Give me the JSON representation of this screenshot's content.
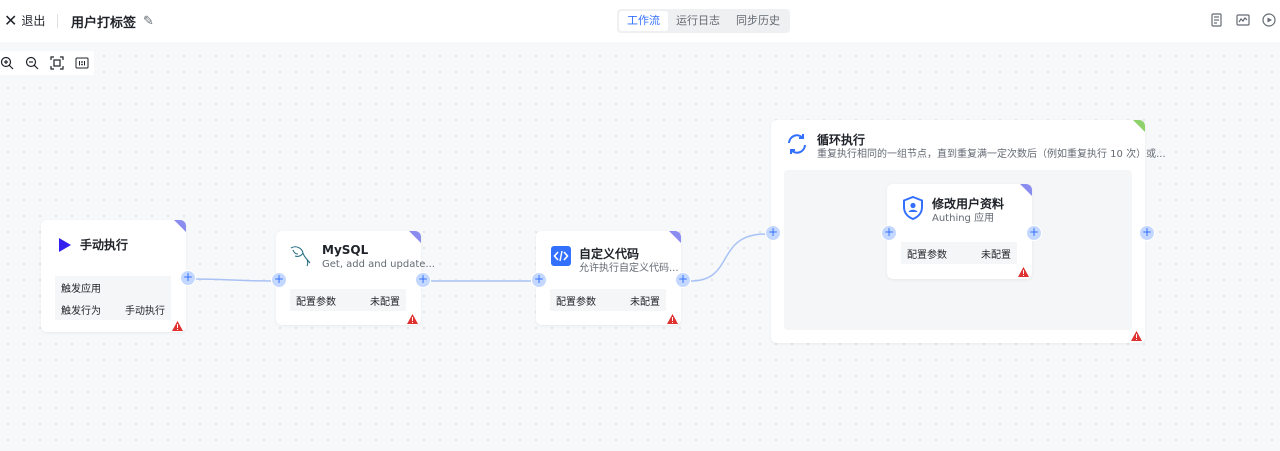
{
  "header": {
    "exit_label": "退出",
    "title": "用户打标签",
    "tabs": [
      "工作流",
      "运行日志",
      "同步历史"
    ]
  },
  "nodes": {
    "trigger": {
      "title": "手动执行",
      "rows": [
        {
          "label": "触发应用",
          "value": ""
        },
        {
          "label": "触发行为",
          "value": "手动执行"
        }
      ]
    },
    "mysql": {
      "title": "MySQL",
      "subtitle": "Get, add and update...",
      "param_label": "配置参数",
      "param_value": "未配置"
    },
    "code": {
      "title": "自定义代码",
      "subtitle": "允许执行自定义代码...",
      "param_label": "配置参数",
      "param_value": "未配置"
    },
    "loop": {
      "title": "循环执行",
      "subtitle": "重复执行相同的一组节点，直到重复满一定次数后（例如重复执行 10 次）或..."
    },
    "profile": {
      "title": "修改用户资料",
      "subtitle": "Authing 应用",
      "param_label": "配置参数",
      "param_value": "未配置"
    }
  },
  "colors": {
    "accent": "#3370ff",
    "trigger_icon": "#3320ee",
    "corner_purple": "#8b8cf0",
    "corner_green": "#8fd16a",
    "warning": "#e03131"
  }
}
